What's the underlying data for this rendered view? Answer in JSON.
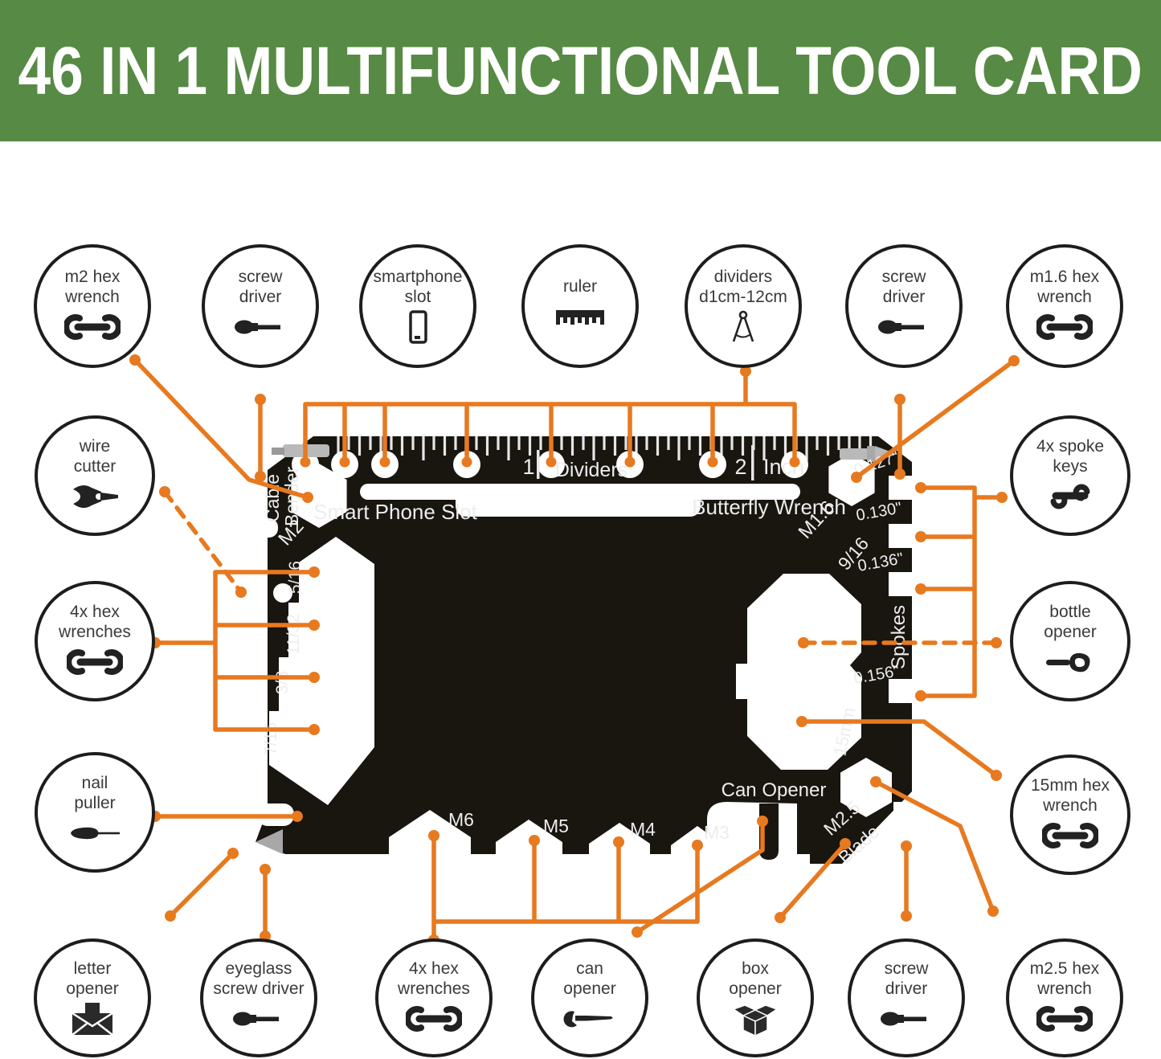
{
  "title": "46 IN 1 MULTIFUNCTIONAL TOOL CARD",
  "colors": {
    "banner_green": "#578a44",
    "line_orange": "#E7791F",
    "card_black": "#19150f"
  },
  "bubbles": [
    {
      "label": "m2 hex\nwrench",
      "icon": "wrench"
    },
    {
      "label": "screw\ndriver",
      "icon": "screwdriver"
    },
    {
      "label": "smartphone\nslot",
      "icon": "smartphone"
    },
    {
      "label": "ruler",
      "icon": "ruler"
    },
    {
      "label": "dividers\nd1cm-12cm",
      "icon": "dividers"
    },
    {
      "label": "screw\ndriver",
      "icon": "screwdriver"
    },
    {
      "label": "m1.6 hex\nwrench",
      "icon": "wrench"
    },
    {
      "label": "wire\ncutter",
      "icon": "pliers"
    },
    {
      "label": "4x hex\nwrenches",
      "icon": "wrench"
    },
    {
      "label": "nail\npuller",
      "icon": "awl"
    },
    {
      "label": "4x spoke\nkeys",
      "icon": "spoke-key"
    },
    {
      "label": "bottle\nopener",
      "icon": "bottle-opener"
    },
    {
      "label": "15mm hex\nwrench",
      "icon": "wrench"
    },
    {
      "label": "letter\nopener",
      "icon": "envelope"
    },
    {
      "label": "eyeglass\nscrew driver",
      "icon": "screwdriver"
    },
    {
      "label": "4x hex\nwrenches",
      "icon": "wrench"
    },
    {
      "label": "can\nopener",
      "icon": "can-opener"
    },
    {
      "label": "box\nopener",
      "icon": "box"
    },
    {
      "label": "screw\ndriver",
      "icon": "screwdriver"
    },
    {
      "label": "m2.5 hex\nwrench",
      "icon": "wrench"
    }
  ],
  "card": {
    "cable_line1": "Cable",
    "cable_line2": "Bender",
    "m2": "M2",
    "smart_phone_slot": "Smart Phone Slot",
    "ruler_1": "1",
    "dividers": "Dividers",
    "ruler_2": "2",
    "inch": "Inch",
    "butterfly_wrench": "Butterfly Wrench",
    "m1_6": "M1.6",
    "d127": "0.127\"",
    "d130": "0.130\"",
    "s9_16": "9/16",
    "d136": "0.136\"",
    "spokes": "Spokes",
    "d156": "0.156\"",
    "s15mm": "15mm",
    "can_opener": "Can Opener",
    "m2_5": "M2.5",
    "blade": "Blade",
    "w5_16": "5/16",
    "w11_32": "11/32",
    "w3_8": "3/8",
    "w7_16": "7/16",
    "m6": "M6",
    "m5": "M5",
    "m4": "M4",
    "m3": "M3"
  }
}
